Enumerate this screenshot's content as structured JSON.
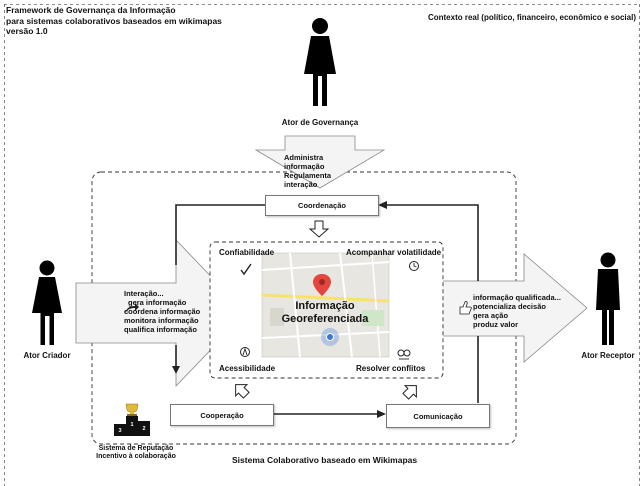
{
  "framework": {
    "title_lines": [
      "Framework de Governança da Informação",
      "para sistemas colaborativos baseados em wikimapas",
      "versão 1.0"
    ]
  },
  "context_label": "Contexto real (político, financeiro, econômico e social)",
  "actors": {
    "governance": "Ator de Governança",
    "creator": "Ator Criador",
    "receiver": "Ator Receptor"
  },
  "governance_arrow": {
    "lines": [
      "Administra informação",
      "Regulamenta interação"
    ]
  },
  "creator_arrow": {
    "lines": [
      "Interação...",
      "gera informação",
      "coordena informação",
      "monitora informação",
      "qualifica informação"
    ]
  },
  "receiver_arrow": {
    "lines": [
      "informação qualificada...",
      "potencializa decisão",
      "gera ação",
      "produz valor"
    ]
  },
  "boxes": {
    "coordination": "Coordenação",
    "cooperation": "Cooperação",
    "communication": "Comunicação"
  },
  "qualities": {
    "reliability": "Confiabilidade",
    "volatility": "Acompanhar volatilidade",
    "accessibility": "Acessibilidade",
    "conflicts": "Resolver conflitos"
  },
  "map": {
    "line1": "Informação",
    "line2": "Georeferenciada"
  },
  "reputation": {
    "line1": "Sistema de Reputação",
    "line2": "Incentivo à colaboração"
  },
  "podium_numbers": [
    "1",
    "2",
    "3"
  ],
  "system_label": "Sistema Colaborativo baseado em Wikimapas",
  "colors": {
    "arrow_fill": "#f4f4f4",
    "arrow_stroke": "#888888",
    "pin": "#e2463f",
    "road": "#f7e36b",
    "map_bg": "#e8e6e0",
    "accuracy": "#6f9be0"
  }
}
